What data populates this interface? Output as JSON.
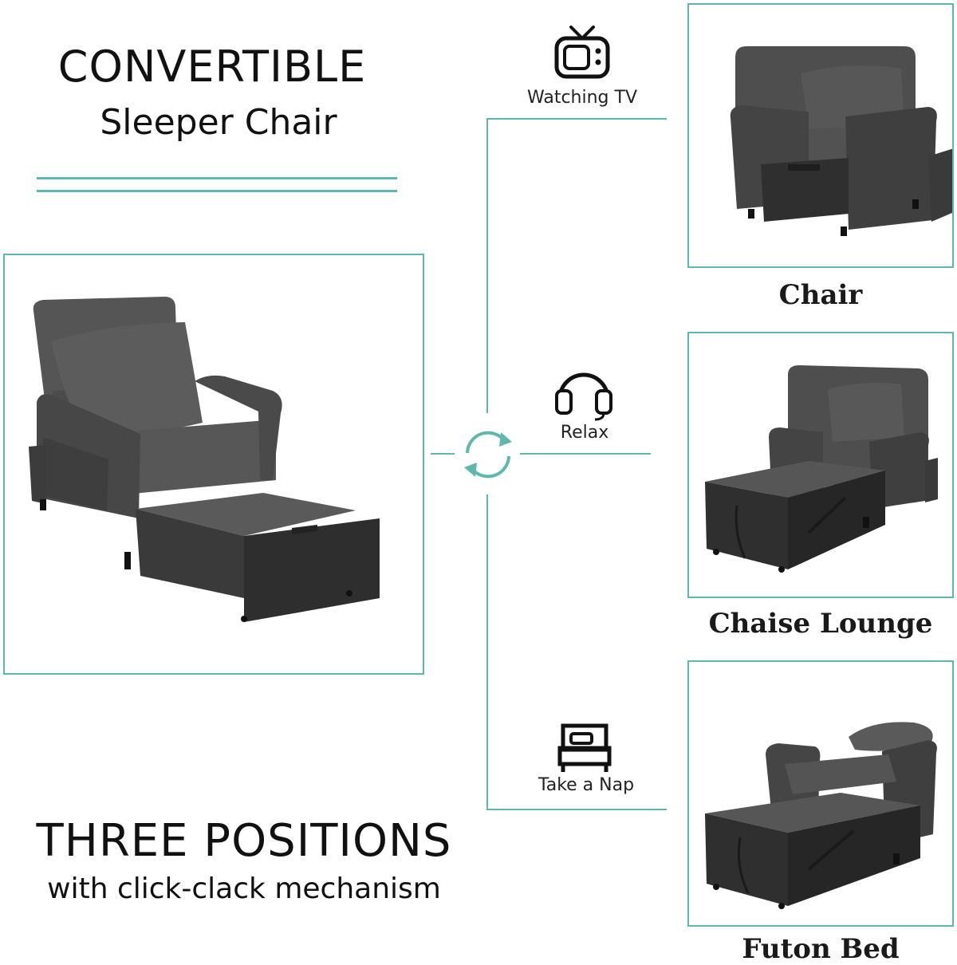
{
  "header": {
    "title": "CONVERTIBLE",
    "subtitle": "Sleeper Chair"
  },
  "footer": {
    "title": "THREE POSITIONS",
    "subtitle": "with click-clack mechanism"
  },
  "modes": [
    {
      "label": "Watching TV",
      "icon": "tv-icon"
    },
    {
      "label": "Relax",
      "icon": "headphones-icon"
    },
    {
      "label": "Take a Nap",
      "icon": "bed-icon"
    }
  ],
  "positions": [
    {
      "caption": "Chair"
    },
    {
      "caption": "Chaise Lounge"
    },
    {
      "caption": "Futon Bed"
    }
  ],
  "colors": {
    "accent": "#5fb8ad",
    "fabric": "#4a4a4a",
    "fabric_dark": "#2f2f2f",
    "fabric_light": "#5e5e5e"
  }
}
